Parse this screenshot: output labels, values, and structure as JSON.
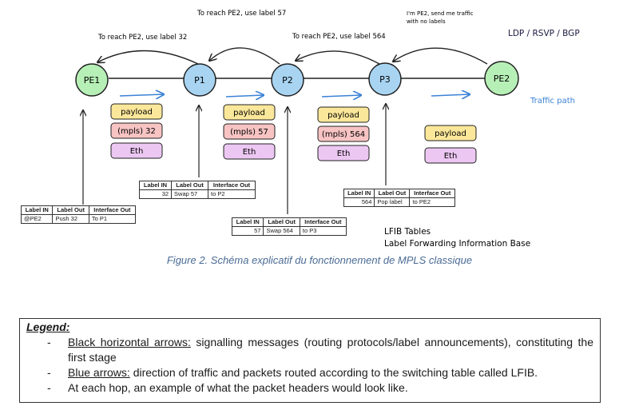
{
  "nodes": {
    "pe1": "PE1",
    "p1": "P1",
    "p2": "P2",
    "p3": "P3",
    "pe2": "PE2"
  },
  "signalling": {
    "label_32": "To reach PE2, use label 32",
    "label_57": "To reach PE2, use label 57",
    "label_564": "To reach PE2, use label 564",
    "pe2_msg_line1": "I'm PE2, send me traffic",
    "pe2_msg_line2": "with no labels"
  },
  "protocols": "LDP / RSVP / BGP",
  "traffic_path": "Traffic path",
  "packets": {
    "hop1": [
      "payload",
      "(mpls) 32",
      "Eth"
    ],
    "hop2": [
      "payload",
      "(mpls) 57",
      "Eth"
    ],
    "hop3": [
      "payload",
      "(mpls) 564",
      "Eth"
    ],
    "hop4": [
      "payload",
      "Eth"
    ]
  },
  "lfib_headers": [
    "Label IN",
    "Label Out",
    "Interface Out"
  ],
  "lfib_tables": {
    "pe1": [
      "@PE2",
      "Push 32",
      "To P1"
    ],
    "p1": [
      "32",
      "Swap 57",
      "to P2"
    ],
    "p2": [
      "57",
      "Swap 564",
      "to P3"
    ],
    "p3": [
      "564",
      "Pop label",
      "to PE2"
    ]
  },
  "lfib_title_line1": "LFIB Tables",
  "lfib_title_line2": "Label Forwarding Information Base",
  "caption": "Figure 2. Schéma explicatif du fonctionnement de MPLS classique",
  "legend": {
    "title": "Legend:",
    "item1_term": "Black horizontal arrows:",
    "item1_text": " signalling messages (routing protocols/label announcements), constituting the first stage",
    "item2_term": "Blue arrows:",
    "item2_text": " direction of traffic and packets routed according to the switching table called LFIB.",
    "item3_text": "At each hop, an example of what the packet headers would look like."
  },
  "colors": {
    "edge_node": "#b7f0b7",
    "core_node": "#a8d4f2",
    "payload": "#fbe79a",
    "mpls": "#f7c3c3",
    "eth": "#ecc7f2",
    "traffic": "#3b82d6"
  }
}
